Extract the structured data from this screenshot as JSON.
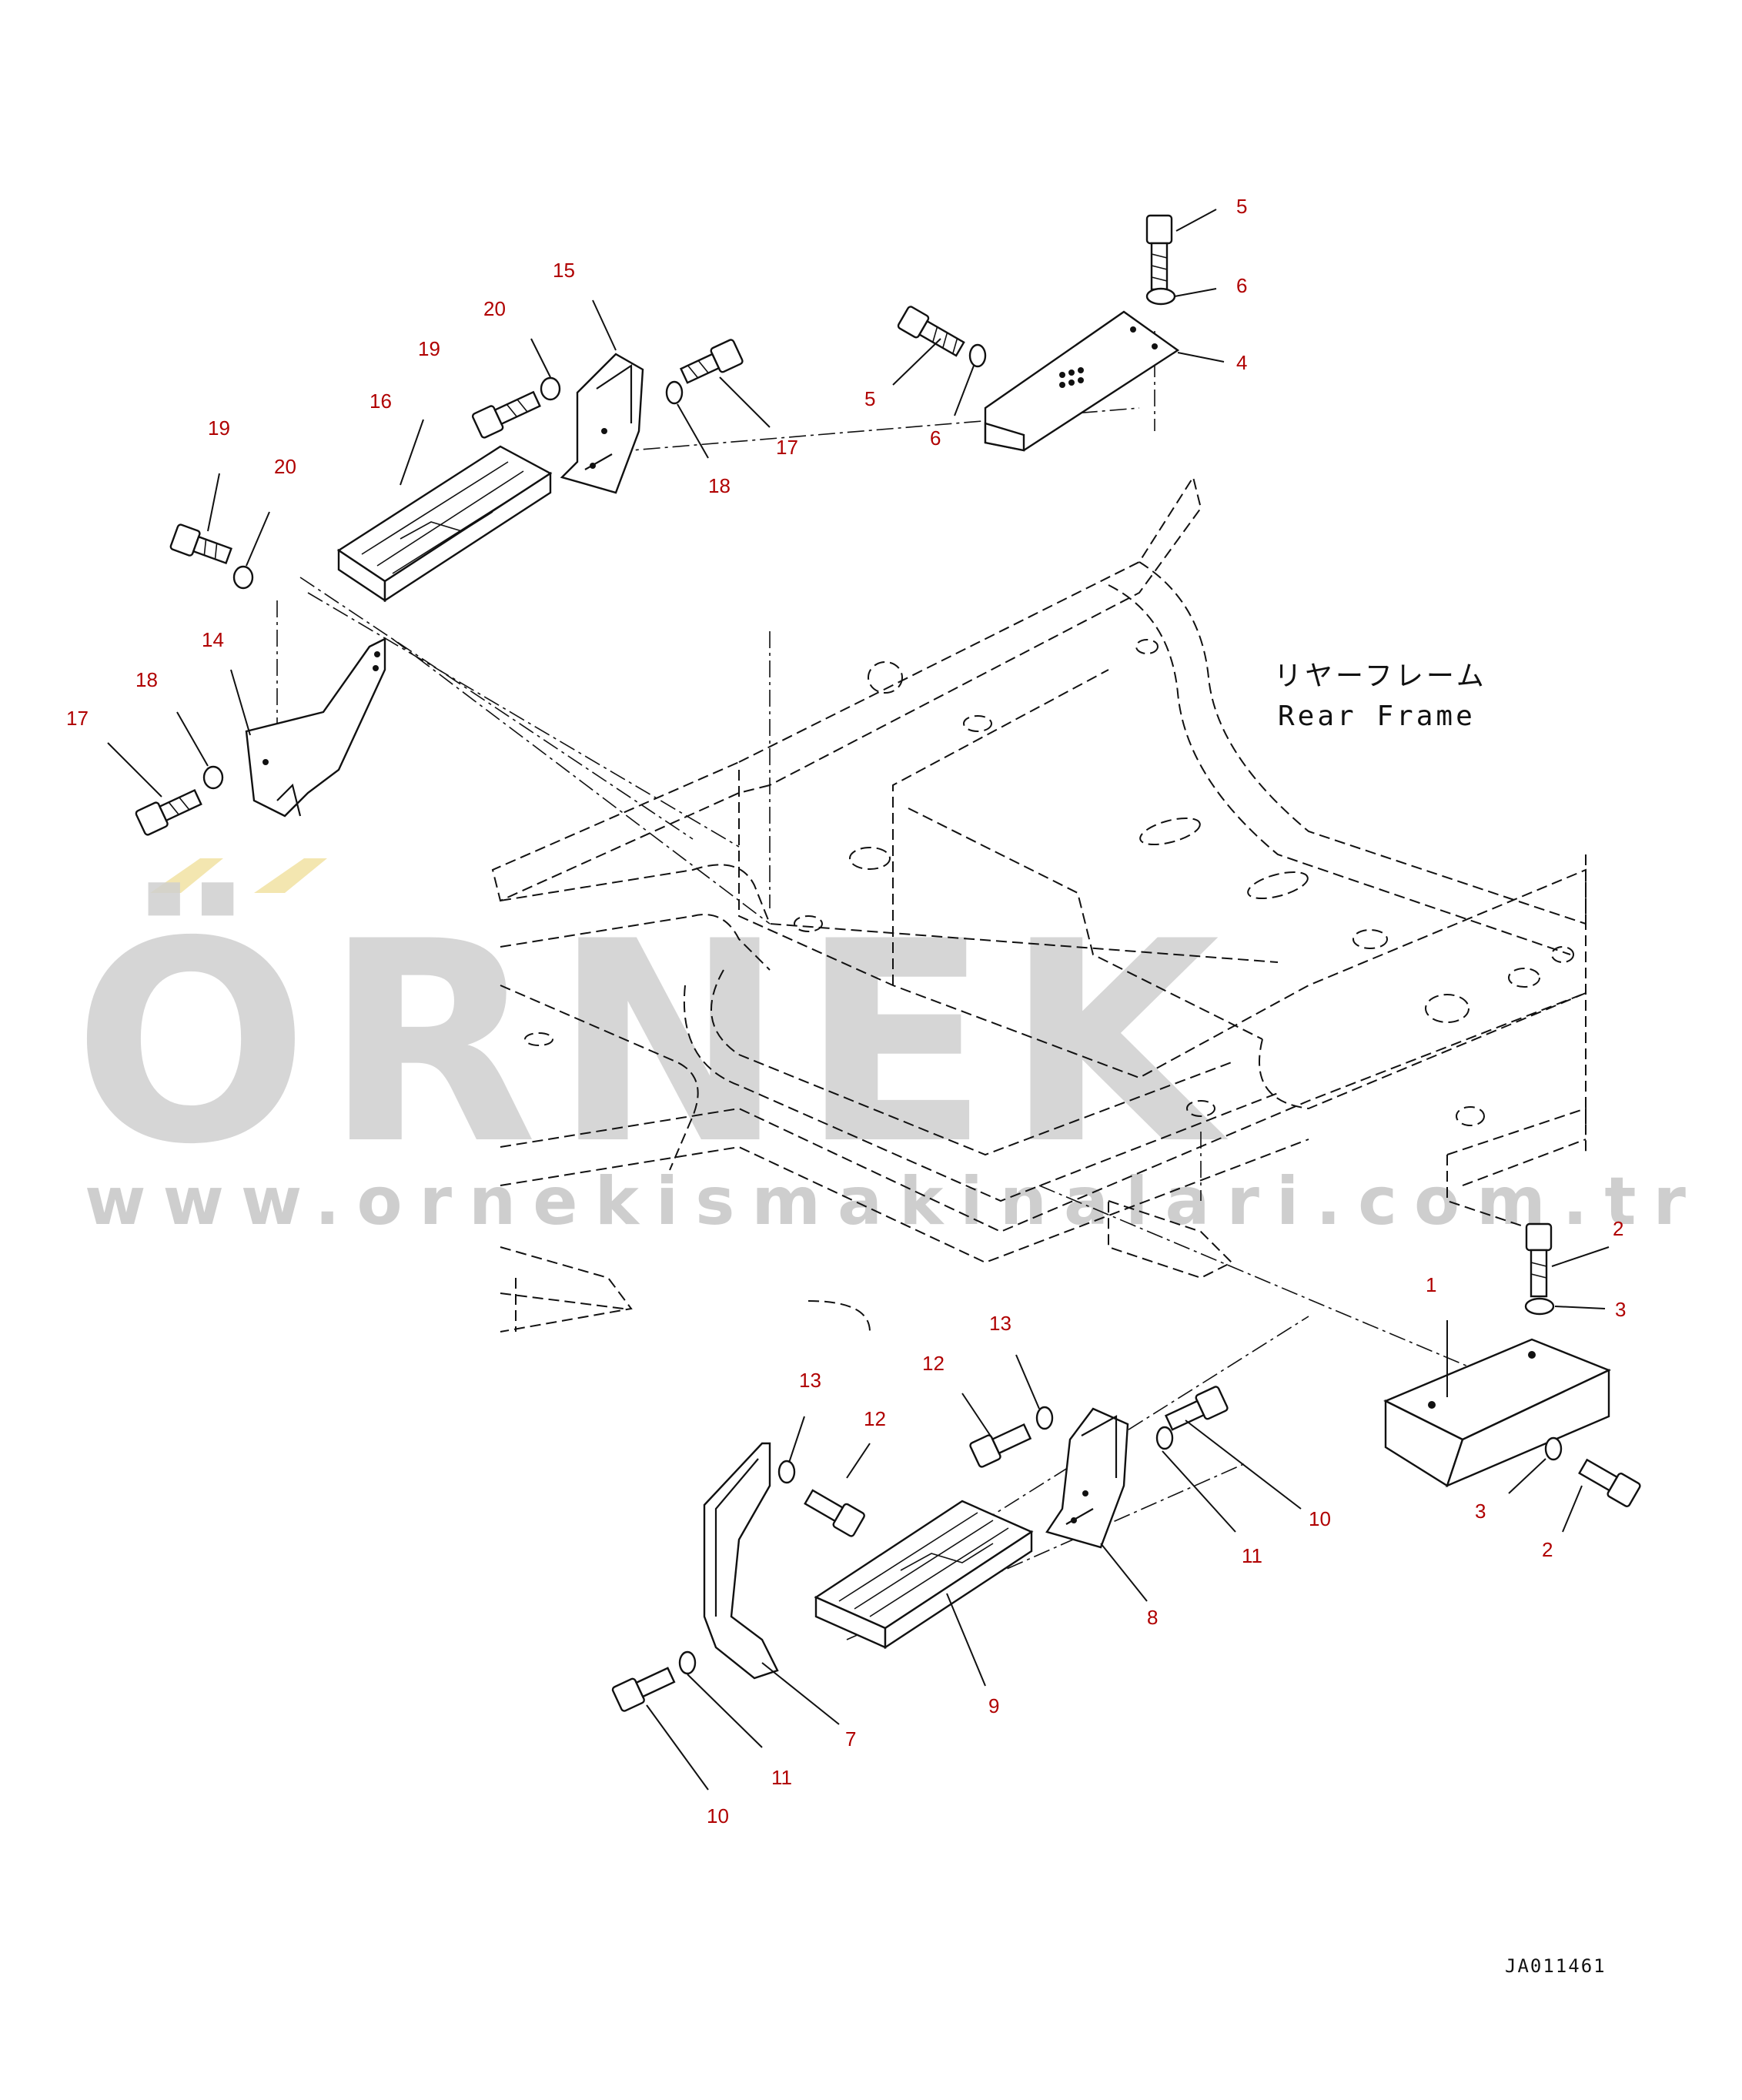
{
  "diagram": {
    "frame_label_jp": "リヤーフレーム",
    "frame_label_en": "Rear Frame",
    "drawing_code": "JA011461",
    "watermark_logo": "ÖRNEK",
    "watermark_url": "www.ornekismakinalari.com.tr",
    "colors": {
      "callout": "#b00000",
      "line": "#111111",
      "watermark": "#cfcfcf",
      "watermark_accent": "#f3e6b0"
    },
    "callouts": {
      "c1": "1",
      "c2a": "2",
      "c2b": "2",
      "c3a": "3",
      "c3b": "3",
      "c4": "4",
      "c5a": "5",
      "c5b": "5",
      "c6a": "6",
      "c6b": "6",
      "c7": "7",
      "c8": "8",
      "c9": "9",
      "c10a": "10",
      "c10b": "10",
      "c11a": "11",
      "c11b": "11",
      "c12a": "12",
      "c12b": "12",
      "c13a": "13",
      "c13b": "13",
      "c14": "14",
      "c15": "15",
      "c16": "16",
      "c17a": "17",
      "c17b": "17",
      "c18a": "18",
      "c18b": "18",
      "c19a": "19",
      "c19b": "19",
      "c20a": "20",
      "c20b": "20"
    }
  }
}
